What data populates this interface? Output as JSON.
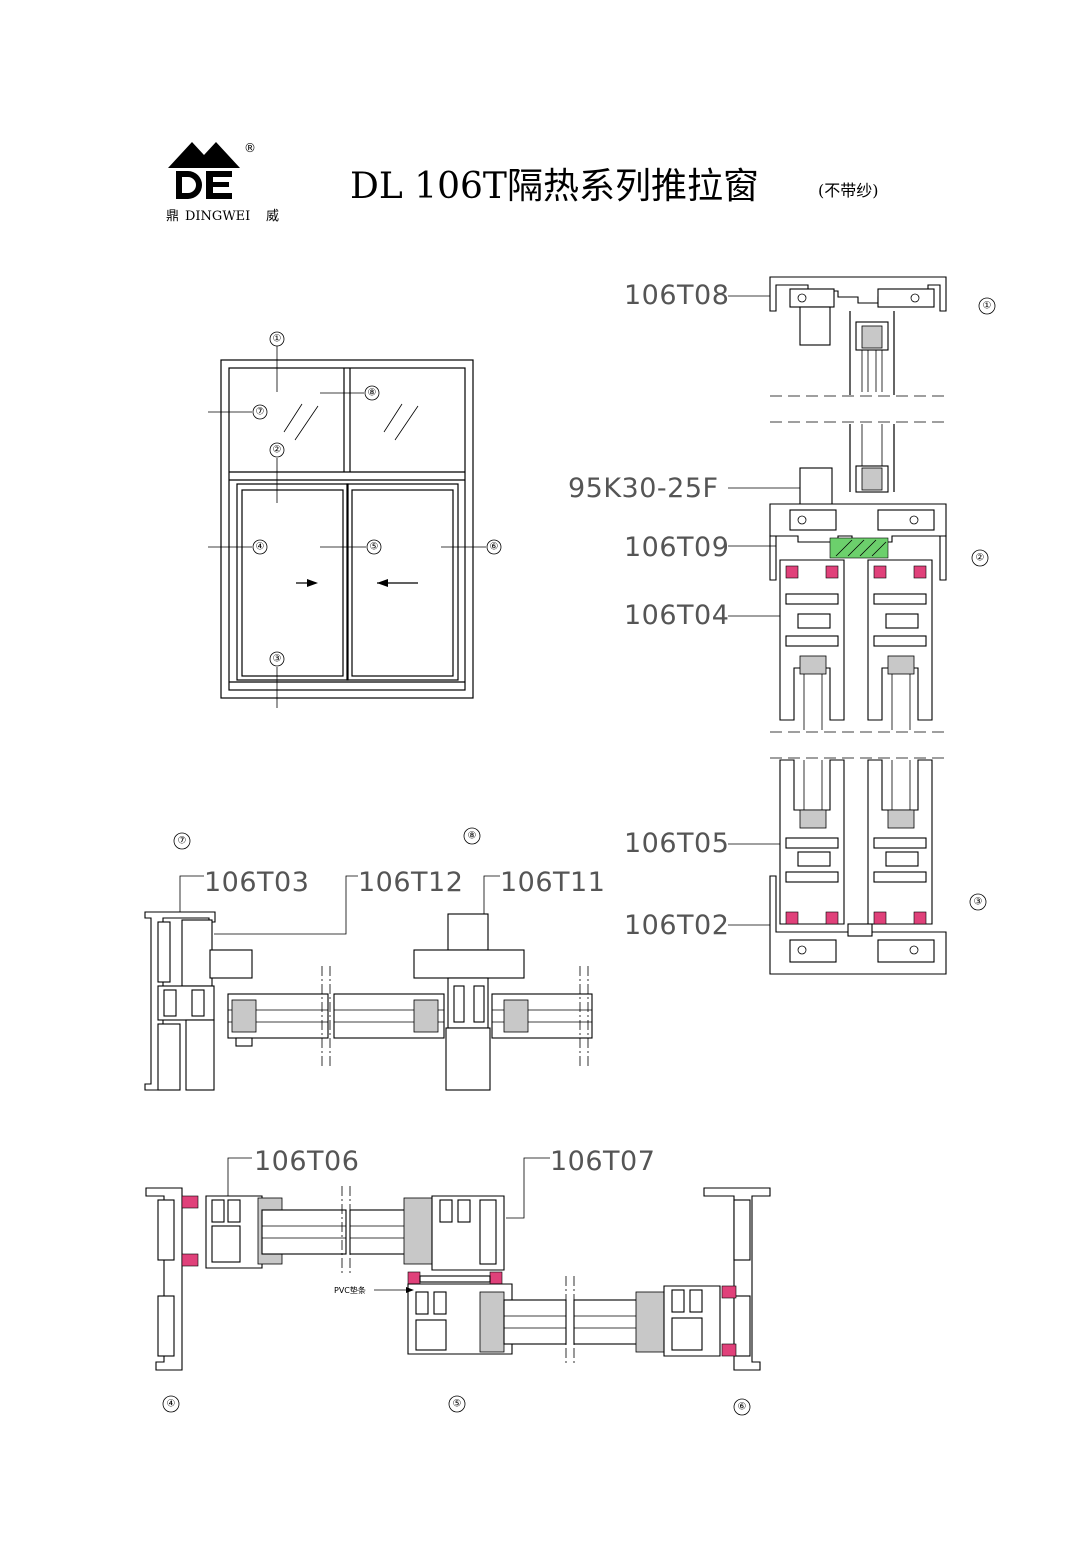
{
  "header": {
    "logo_letters": "DE",
    "registered_mark": "®",
    "brand_left": "鼎",
    "brand_middle": "DINGWEI",
    "brand_right": "威",
    "title": "DL 106T隔热系列推拉窗",
    "title_suffix": "(不带纱)"
  },
  "elevation": {
    "markers": [
      "①",
      "②",
      "③",
      "④",
      "⑤",
      "⑥",
      "⑦",
      "⑧"
    ]
  },
  "vertical_section": {
    "labels": [
      "106T08",
      "95K30-25F",
      "106T09",
      "106T04",
      "106T05",
      "106T02"
    ],
    "markers": [
      "①",
      "②",
      "③"
    ]
  },
  "section_7_8": {
    "markers": [
      "⑦",
      "⑧"
    ],
    "labels": [
      "106T03",
      "106T12",
      "106T11"
    ]
  },
  "section_4_5_6": {
    "labels": [
      "106T06",
      "106T07"
    ],
    "note": "PVC垫条",
    "markers": [
      "④",
      "⑤",
      "⑥"
    ]
  },
  "colors": {
    "brush_seal": "#e0417a",
    "thermal_break": "#6cd06c",
    "label_text": "#555555"
  }
}
